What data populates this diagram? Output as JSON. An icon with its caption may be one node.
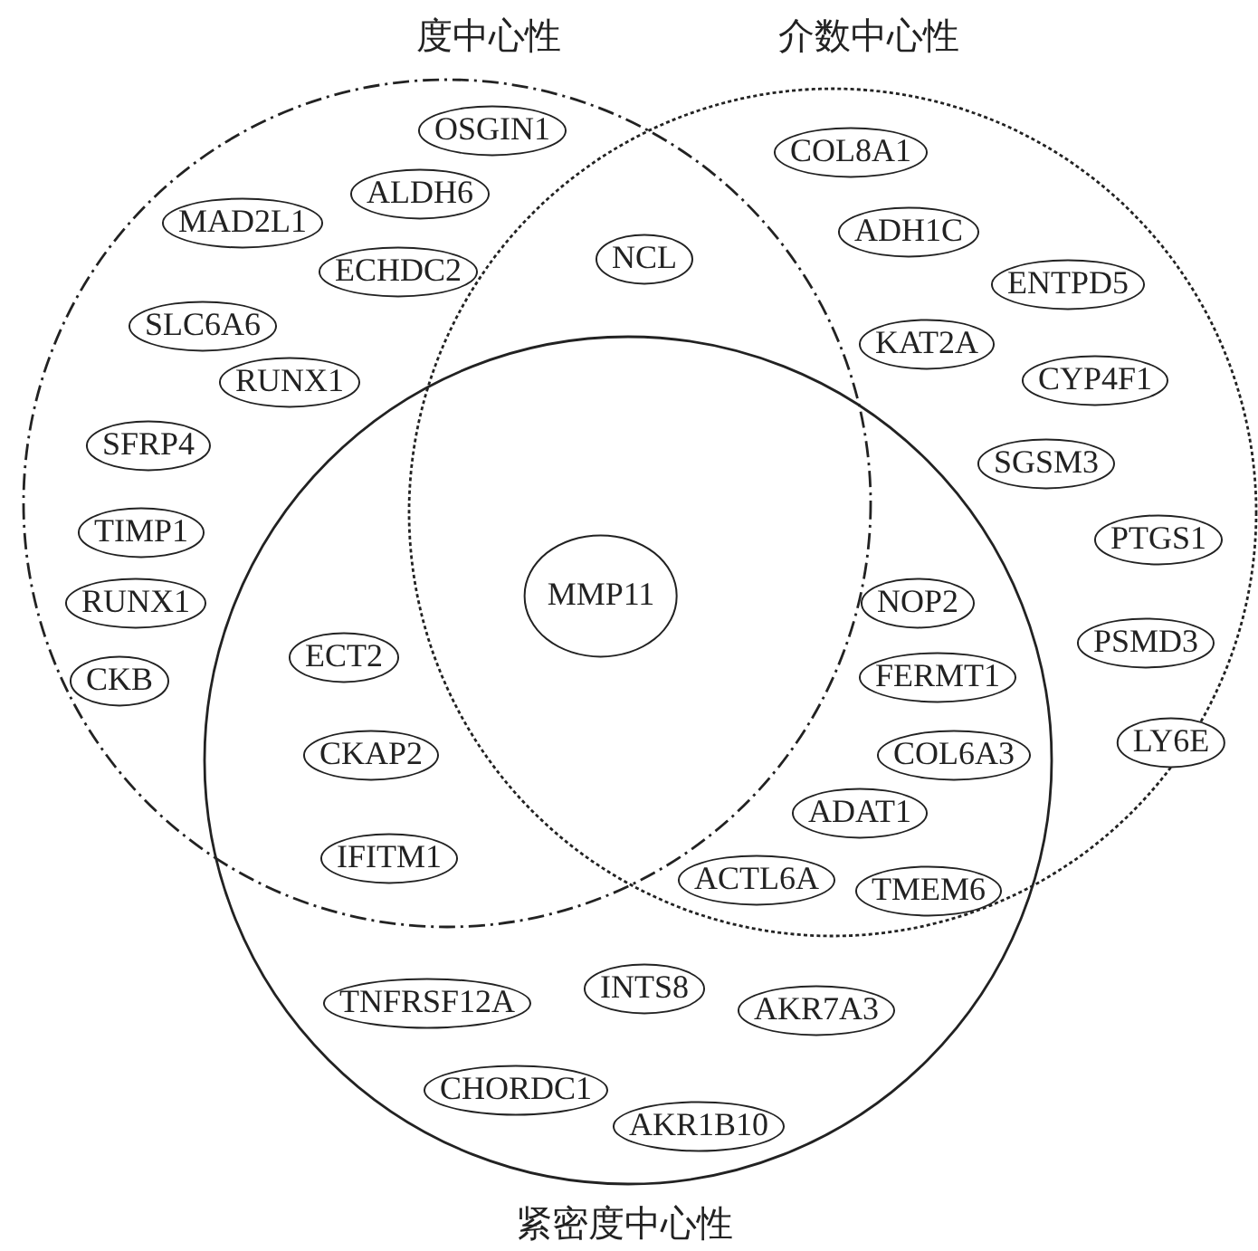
{
  "diagram": {
    "nodes": [
      {
        "text": [
          "度中心性"
        ]
      },
      {
        "text": [
          "介数中心性"
        ]
      },
      {
        "text": [
          "紧密度中心性"
        ]
      },
      {
        "text": [
          "OSGIN1"
        ],
        "in": 0
      },
      {
        "text": [
          "ALDH6"
        ],
        "in": 0
      },
      {
        "text": [
          "MAD2L1"
        ],
        "in": 0
      },
      {
        "text": [
          "ECHDC2"
        ],
        "in": 0
      },
      {
        "text": [
          "SLC6A6"
        ],
        "in": 0
      },
      {
        "text": [
          "RUNX1"
        ],
        "in": 0
      },
      {
        "text": [
          "SFRP4"
        ],
        "in": 0
      },
      {
        "text": [
          "TIMP1"
        ],
        "in": 0
      },
      {
        "text": [
          "RUNX1"
        ],
        "in": 0
      },
      {
        "text": [
          "CKB"
        ],
        "in": 0
      },
      {
        "text": [
          "NCL"
        ]
      },
      {
        "text": [
          "COL8A1"
        ],
        "in": 1
      },
      {
        "text": [
          "ADH1C"
        ],
        "in": 1
      },
      {
        "text": [
          "ENTPD5"
        ],
        "in": 1
      },
      {
        "text": [
          "KAT2A"
        ],
        "in": 1
      },
      {
        "text": [
          "CYP4F1"
        ],
        "in": 1
      },
      {
        "text": [
          "SGSM3"
        ],
        "in": 1
      },
      {
        "text": [
          "PTGS1"
        ],
        "in": 1
      },
      {
        "text": [
          "PSMD3"
        ],
        "in": 1
      },
      {
        "text": [
          "LY6E"
        ],
        "in": 1
      },
      {
        "text": [
          "MMP11"
        ]
      },
      {
        "text": [
          "ECT2"
        ]
      },
      {
        "text": [
          "CKAP2"
        ]
      },
      {
        "text": [
          "IFITM1"
        ]
      },
      {
        "text": [
          "NOP2"
        ]
      },
      {
        "text": [
          "FERMT1"
        ]
      },
      {
        "text": [
          "COL6A3"
        ]
      },
      {
        "text": [
          "ADAT1"
        ]
      },
      {
        "text": [
          "ACTL6A"
        ]
      },
      {
        "text": [
          "TMEM6"
        ]
      },
      {
        "text": [
          "TNFRSF12A"
        ],
        "in": 2
      },
      {
        "text": [
          "INTS8"
        ],
        "in": 2
      },
      {
        "text": [
          "AKR7A3"
        ],
        "in": 2
      },
      {
        "text": [
          "CHORDC1"
        ],
        "in": 2
      },
      {
        "text": [
          "AKR1B10"
        ],
        "in": 2
      }
    ]
  }
}
